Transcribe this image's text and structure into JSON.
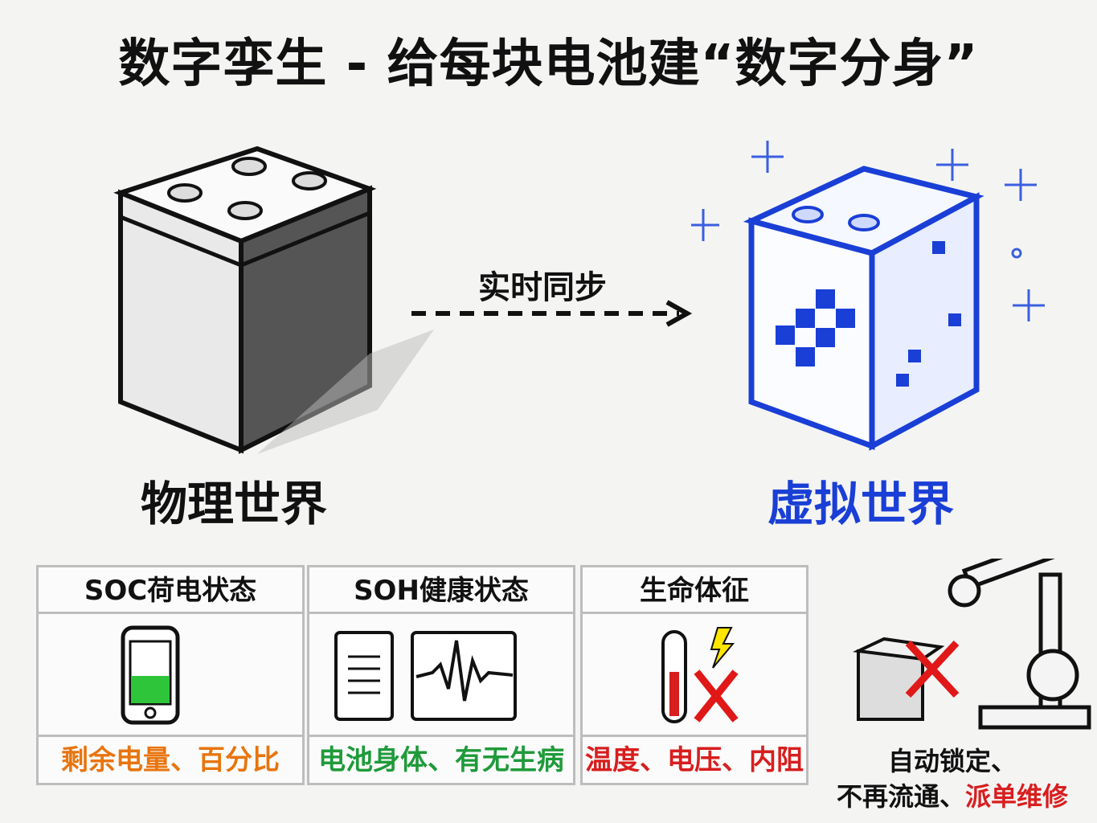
{
  "title": "数字孪生 - 给每块电池建“数字分身”",
  "physical": {
    "label": "物理世界",
    "icon": "battery-sketch-icon"
  },
  "sync": {
    "label": "实时同步",
    "icon": "dashed-arrow-right-icon"
  },
  "virtual": {
    "label": "虚拟世界",
    "icon": "digital-battery-icon",
    "color": "#1a3fd6"
  },
  "cards": [
    {
      "title": "SOC荷电状态",
      "icon": "phone-battery-icon",
      "caption": "剩余电量、百分比",
      "color": "#e8750f"
    },
    {
      "title": "SOH健康状态",
      "icon": "document-ecg-icon",
      "caption": "电池身体、有无生病",
      "color": "#1f9a3a"
    },
    {
      "title": "生命体征",
      "icon": "thermometer-alert-icon",
      "caption": "温度、电压、内阻",
      "color": "#d81e1e"
    }
  ],
  "action": {
    "icon": "robot-arm-lock-icon",
    "line1": "自动锁定、",
    "line2_black": "不再流通、",
    "line2_red": "派单维修",
    "red": "#d81e1e"
  }
}
